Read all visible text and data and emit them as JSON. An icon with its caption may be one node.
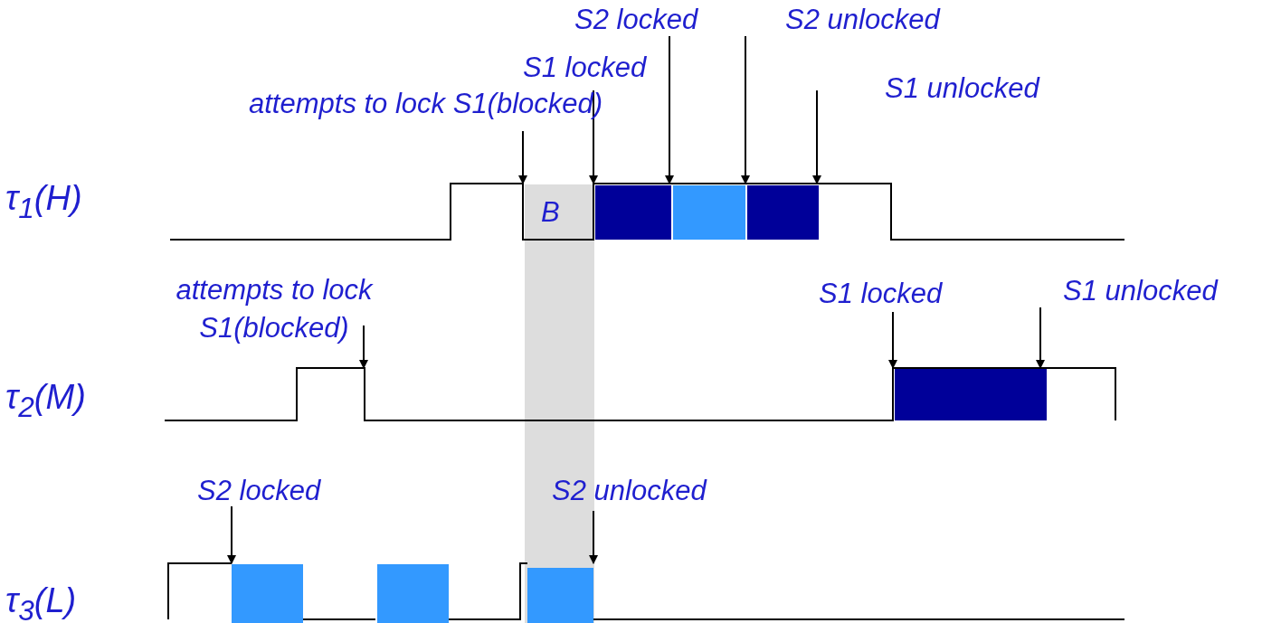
{
  "diagram": {
    "labels": [
      "S2 locked",
      "S2 unlocked",
      "S1 locked",
      "S1 unlocked",
      "attempts to lock S1(blocked)",
      "τ$_{1}$(H)",
      "B",
      "attempts to lock S1(blocked)",
      "S1 locked",
      "S1 unlocked",
      "τ$_{2}$(M)",
      "S2 locked",
      "S2 unlocked",
      "τ$_{3}$(L)"
    ]
  }
}
